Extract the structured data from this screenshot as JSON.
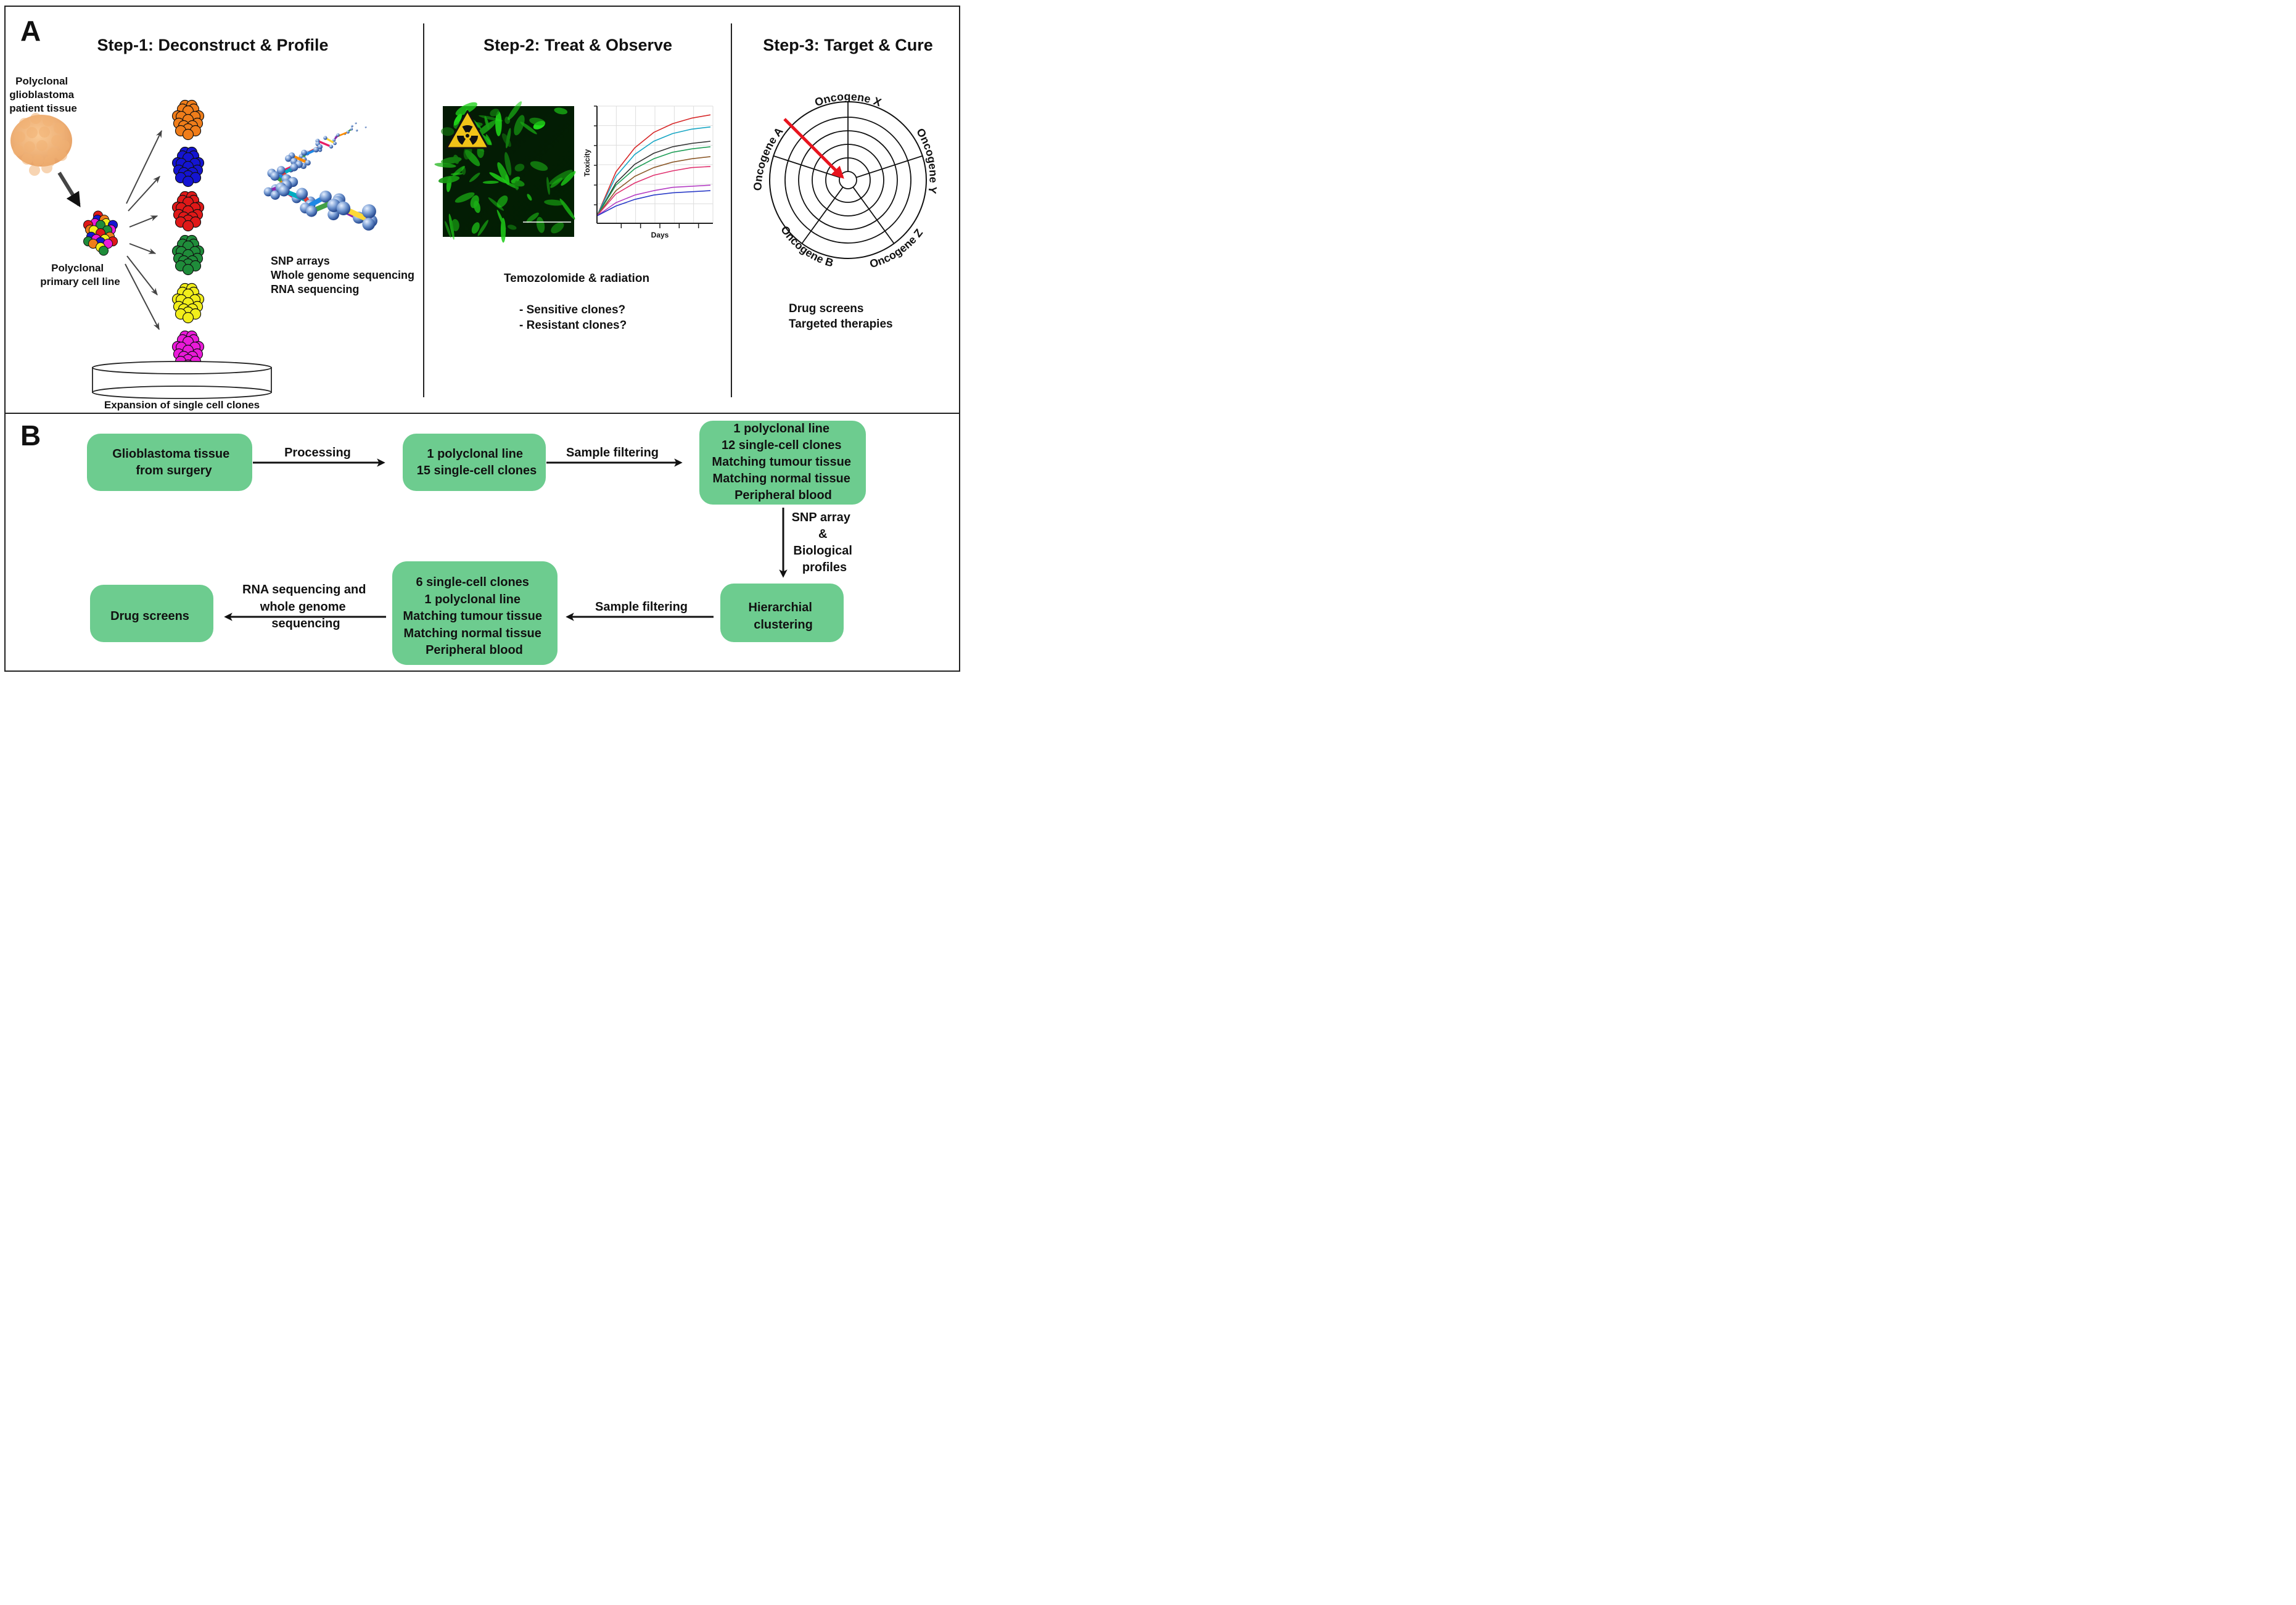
{
  "panel_a": {
    "letter": "A",
    "step1": {
      "title": "Step-1: Deconstruct & Profile",
      "tissue_label": [
        "Polyclonal",
        "glioblastoma",
        "patient tissue"
      ],
      "cell_line_label": [
        "Polyclonal",
        "primary cell line"
      ],
      "dish_label": "Expansion of single cell clones",
      "profiling_methods": [
        "SNP arrays",
        "Whole genome sequencing",
        "RNA sequencing"
      ],
      "clone_colors": [
        "#f07d1a",
        "#1414d2",
        "#e01818",
        "#1f8c3a",
        "#f2ee1a",
        "#ea1ad9"
      ]
    },
    "step2": {
      "title": "Step-2: Treat & Observe",
      "treatment": "Temozolomide & radiation",
      "questions": [
        "- Sensitive clones?",
        "- Resistant clones?"
      ],
      "micrograph_icon": "radiation-hazard-icon"
    },
    "step3": {
      "title": "Step-3: Target & Cure",
      "oncogenes": [
        "Oncogene X",
        "Oncogene Y",
        "Oncogene Z",
        "Oncogene B",
        "Oncogene A"
      ],
      "outcomes": [
        "Drug screens",
        "Targeted therapies"
      ]
    }
  },
  "chart_data": {
    "type": "line",
    "title": "",
    "xlabel": "Days",
    "ylabel": "Toxicity",
    "series": [
      {
        "color": "#d62728",
        "values": [
          0,
          0.4,
          0.62,
          0.76,
          0.84,
          0.89,
          0.92
        ]
      },
      {
        "color": "#17a6c4",
        "values": [
          0,
          0.36,
          0.56,
          0.68,
          0.75,
          0.79,
          0.81
        ]
      },
      {
        "color": "#333333",
        "values": [
          0,
          0.3,
          0.47,
          0.57,
          0.63,
          0.66,
          0.68
        ]
      },
      {
        "color": "#1f9e57",
        "values": [
          0,
          0.28,
          0.43,
          0.52,
          0.58,
          0.61,
          0.63
        ]
      },
      {
        "color": "#8c5a2b",
        "values": [
          0,
          0.23,
          0.36,
          0.44,
          0.49,
          0.52,
          0.54
        ]
      },
      {
        "color": "#e0316f",
        "values": [
          0,
          0.2,
          0.3,
          0.37,
          0.41,
          0.44,
          0.45
        ]
      },
      {
        "color": "#b43cc4",
        "values": [
          0,
          0.12,
          0.19,
          0.23,
          0.26,
          0.27,
          0.28
        ]
      },
      {
        "color": "#2b3cc8",
        "values": [
          0,
          0.09,
          0.15,
          0.19,
          0.21,
          0.22,
          0.23
        ]
      }
    ]
  },
  "panel_b": {
    "letter": "B",
    "boxes": {
      "tissue": [
        "Glioblastoma tissue",
        "from surgery"
      ],
      "lines1": [
        "1 polyclonal line",
        "15 single-cell clones"
      ],
      "filtered1": [
        "1 polyclonal line",
        "12 single-cell clones",
        "Matching tumour tissue",
        "Matching normal tissue",
        "Peripheral blood"
      ],
      "clustering": [
        "Hierarchial",
        "clustering"
      ],
      "filtered2": [
        "6 single-cell clones",
        "1 polyclonal line",
        "Matching tumour tissue",
        "Matching normal tissue",
        "Peripheral blood"
      ],
      "drug": [
        "Drug screens"
      ]
    },
    "edges": {
      "processing": [
        "Processing"
      ],
      "filtering1": [
        "Sample filtering"
      ],
      "snp": [
        "SNP array",
        "&",
        "Biological",
        "profiles"
      ],
      "filtering2": [
        "Sample filtering"
      ],
      "sequencing": [
        "RNA sequencing and",
        "whole genome",
        "sequencing"
      ]
    },
    "box_color": "#6dcc8f"
  }
}
